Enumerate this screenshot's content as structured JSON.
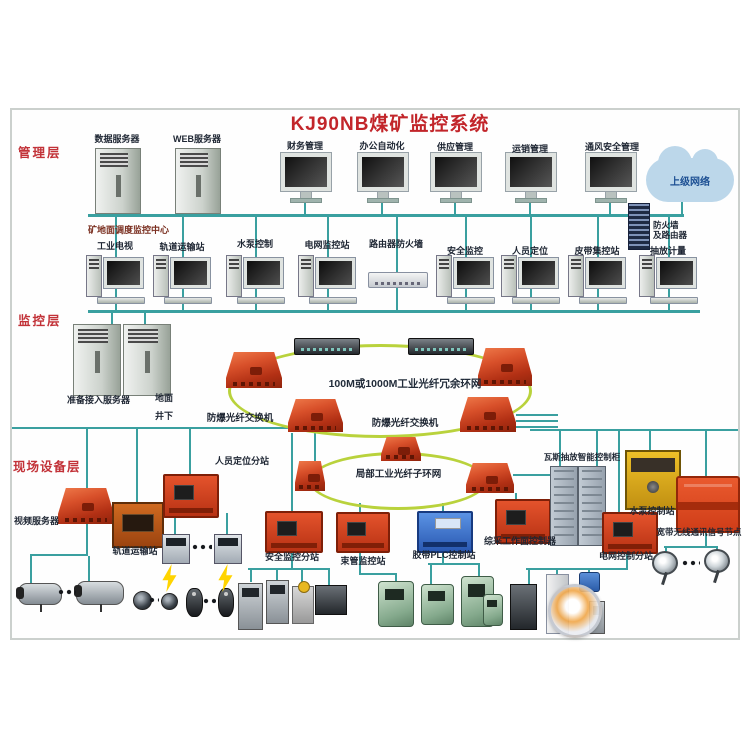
{
  "title": "KJ90NB煤矿监控系统",
  "colors": {
    "accent_red": "#c2252a",
    "line_teal": "#3aa0a0",
    "ring_green": "#b9d23c"
  },
  "layers": {
    "management": "管理层",
    "monitoring": "监控层",
    "field": "现场设备层"
  },
  "management": {
    "servers": [
      {
        "label": "数据服务器"
      },
      {
        "label": "WEB服务器"
      }
    ],
    "workstations": [
      {
        "label": "财务管理"
      },
      {
        "label": "办公自动化"
      },
      {
        "label": "供应管理"
      },
      {
        "label": "运销管理"
      },
      {
        "label": "通风安全管理"
      }
    ],
    "cloud_label": "上级网络",
    "firewall_label_line1": "防火墙",
    "firewall_label_line2": "及路由器",
    "dispatch_center_label": "矿地面调度监控中心"
  },
  "monitoring": {
    "stations": [
      {
        "label": "工业电视"
      },
      {
        "label": "轨道运输站"
      },
      {
        "label": "水泵控制"
      },
      {
        "label": "电网监控站"
      },
      {
        "label": "路由器防火墙"
      },
      {
        "label": "安全监控"
      },
      {
        "label": "人员定位"
      },
      {
        "label": "皮带集控站"
      },
      {
        "label": "抽放计量"
      }
    ],
    "access_server_label": "准备接入服务器",
    "surface_label": "地面",
    "underground_label": "井下"
  },
  "ring": {
    "main_ring_label": "100M或1000M工业光纤冗余环网",
    "switch_label_left": "防爆光纤交换机",
    "switch_label_right": "防爆光纤交换机",
    "sub_ring_label": "局部工业光纤子环网"
  },
  "field": {
    "video_server": "视频服务器",
    "rail_station": "轨道运输站",
    "personnel_station": "人员定位分站",
    "safety_station": "安全监控分站",
    "tube_station": "束管监控站",
    "belt_plc_station": "胶带PLC控制站",
    "face_controller": "综采工作面控制器",
    "gas_cabinet": "瓦斯抽放智能控制柜",
    "pump_station": "水泵控制站",
    "grid_station": "电网控制分站",
    "wireless_node": "宽带无线通讯信号节点"
  }
}
